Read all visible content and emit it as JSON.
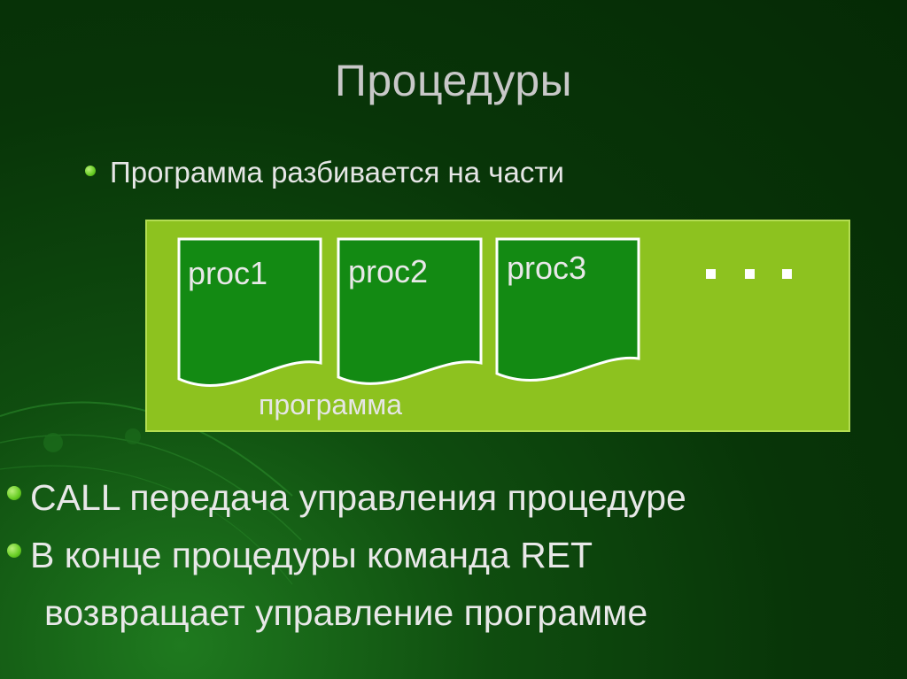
{
  "slide": {
    "title": "Процедуры",
    "intro_bullet": "Программа разбивается на части",
    "diagram": {
      "procedures": [
        "proc1",
        "proc2",
        "proc3"
      ],
      "ellipsis": "...",
      "caption": "программа"
    },
    "bullets": [
      {
        "lines": [
          "CALL передача управления  процедуре"
        ]
      },
      {
        "lines": [
          "В конце процедуры команда RET",
          "возвращает управление программе"
        ]
      }
    ]
  },
  "colors": {
    "background_dark": "#052a05",
    "background_glow": "#1f7a1f",
    "panel_fill": "#8dc21f",
    "document_fill": "#138a13",
    "document_border": "#ffffff",
    "bullet_dot": "#66cc22",
    "title_text": "#c8c8c8",
    "body_text": "#e8e8e8"
  },
  "icons": [
    "bullet-dot-icon",
    "document-icon"
  ]
}
